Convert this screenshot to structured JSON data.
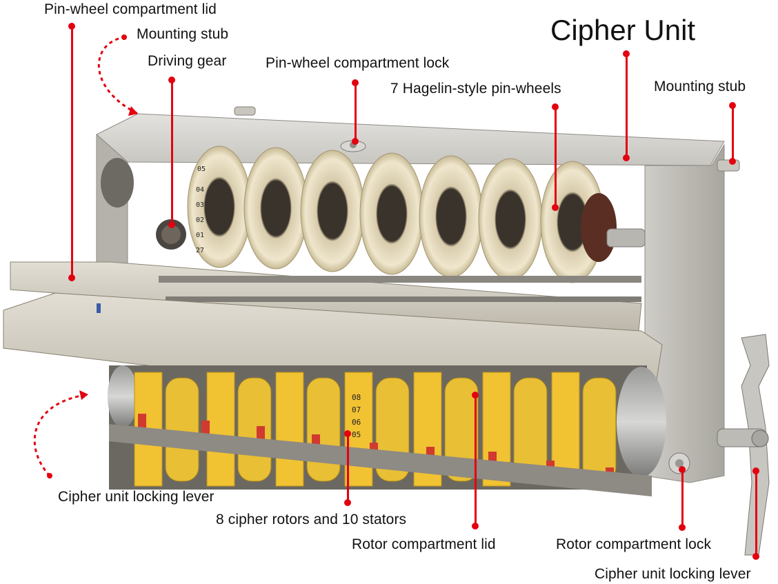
{
  "title": "Cipher Unit",
  "labels": {
    "pinwheel_lid": "Pin-wheel compartment lid",
    "mounting_stub_left": "Mounting stub",
    "driving_gear": "Driving gear",
    "pinwheel_lock": "Pin-wheel compartment lock",
    "hagelin_pinwheels": "7 Hagelin-style pin-wheels",
    "mounting_stub_right": "Mounting stub",
    "locking_lever_left": "Cipher unit locking lever",
    "cipher_rotors": "8 cipher rotors and 10 stators",
    "rotor_lid": "Rotor compartment lid",
    "rotor_lock": "Rotor compartment lock",
    "locking_lever_right": "Cipher unit locking lever"
  },
  "pinwheel_digits": [
    "05",
    "04",
    "03",
    "02",
    "01",
    "27"
  ],
  "rotor_digits": [
    "08",
    "07",
    "06",
    "05"
  ],
  "colors": {
    "leader": "#e3000f",
    "metal": "#c9c7c3",
    "rotor": "#f1c232",
    "pinwheel": "#efe7cf"
  }
}
